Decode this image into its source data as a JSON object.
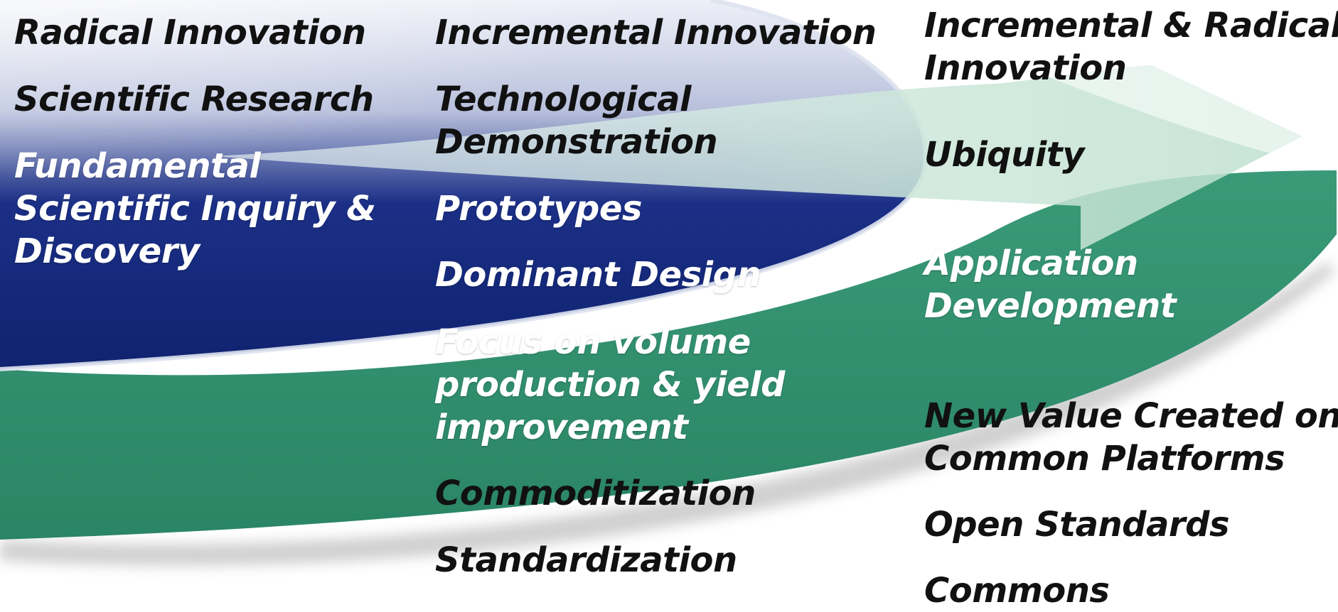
{
  "colors": {
    "blue_band": "#13287a",
    "green_band": "#2e8f6e",
    "arrow_fill": "#d4eadf",
    "text_dark": "#111111",
    "text_light": "#ffffff"
  },
  "columns": [
    {
      "items": [
        {
          "text": "Radical Innovation",
          "tone": "dark"
        },
        {
          "text": "Scientific Research",
          "tone": "dark"
        },
        {
          "text": "Fundamental\nScientific Inquiry &\nDiscovery",
          "tone": "light"
        }
      ]
    },
    {
      "items": [
        {
          "text": "Incremental Innovation",
          "tone": "dark"
        },
        {
          "text": "Technological\nDemonstration",
          "tone": "dark"
        },
        {
          "text": "Prototypes",
          "tone": "light"
        },
        {
          "text": "Dominant Design",
          "tone": "light"
        },
        {
          "text": "Focus on volume\nproduction & yield\nimprovement",
          "tone": "light"
        },
        {
          "text": "Commoditization",
          "tone": "dark"
        },
        {
          "text": "Standardization",
          "tone": "dark"
        }
      ]
    },
    {
      "items": [
        {
          "text": "Incremental & Radical\nInnovation",
          "tone": "dark"
        },
        {
          "text": "Ubiquity",
          "tone": "dark"
        },
        {
          "text": "Application\nDevelopment",
          "tone": "light"
        },
        {
          "text": "New Value Created on\nCommon Platforms",
          "tone": "dark"
        },
        {
          "text": "Open Standards",
          "tone": "dark"
        },
        {
          "text": "Commons",
          "tone": "dark"
        }
      ]
    }
  ]
}
